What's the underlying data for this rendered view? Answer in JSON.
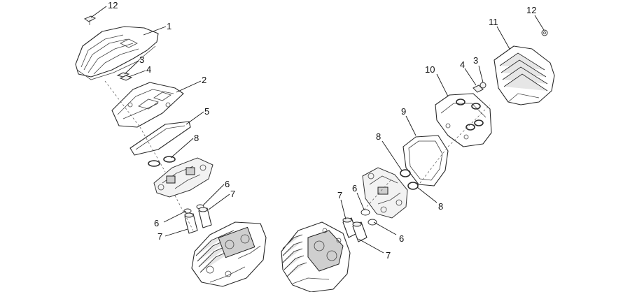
{
  "callouts": {
    "left": {
      "c12": "12",
      "c1": "1",
      "c3": "3",
      "c4": "4",
      "c2": "2",
      "c5": "5",
      "c8": "8",
      "c6a": "6",
      "c7a": "7",
      "c6b": "6",
      "c7b": "7"
    },
    "right": {
      "c12": "12",
      "c11": "11",
      "c10": "10",
      "c4": "4",
      "c3": "3",
      "c9": "9",
      "c8a": "8",
      "c8b": "8",
      "c7a": "7",
      "c6a": "6",
      "c6b": "6",
      "c7b": "7"
    }
  }
}
